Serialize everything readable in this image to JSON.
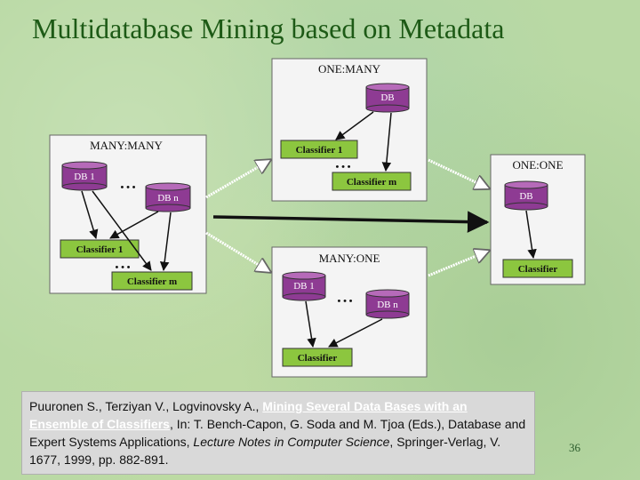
{
  "title": "Multidatabase Mining based on Metadata",
  "diagram": {
    "one_many": {
      "title": "ONE:MANY",
      "db": "DB",
      "classifier_1": "Classifier 1",
      "dots": "• • •",
      "classifier_m": "Classifier m"
    },
    "many_many": {
      "title": "MANY:MANY",
      "db_1": "DB 1",
      "dots_db": "• • •",
      "db_n": "DB n",
      "classifier_1": "Classifier 1",
      "dots_cls": "• • •",
      "classifier_m": "Classifier m"
    },
    "one_one": {
      "title": "ONE:ONE",
      "db": "DB",
      "classifier": "Classifier"
    },
    "many_one": {
      "title": "MANY:ONE",
      "db_1": "DB 1",
      "dots": "• • •",
      "db_n": "DB n",
      "classifier": "Classifier"
    }
  },
  "citation": {
    "authors": "Puuronen S., Terziyan V., Logvinovsky A., ",
    "link_text": "Mining Several Data Bases with an Ensemble of Classifiers",
    "after_link": ", In: T. Bench-Capon, G. Soda and M. Tjoa (Eds.), Database and Expert Systems Applications, ",
    "series": "Lecture Notes in Computer Science",
    "tail": ", Springer-Verlag, V. 1677, 1999, pp. 882-891."
  },
  "page_number": "36",
  "colors": {
    "db_fill": "#8e3b93",
    "classifier_fill": "#8cc63f",
    "title_color": "#1d5a16"
  }
}
